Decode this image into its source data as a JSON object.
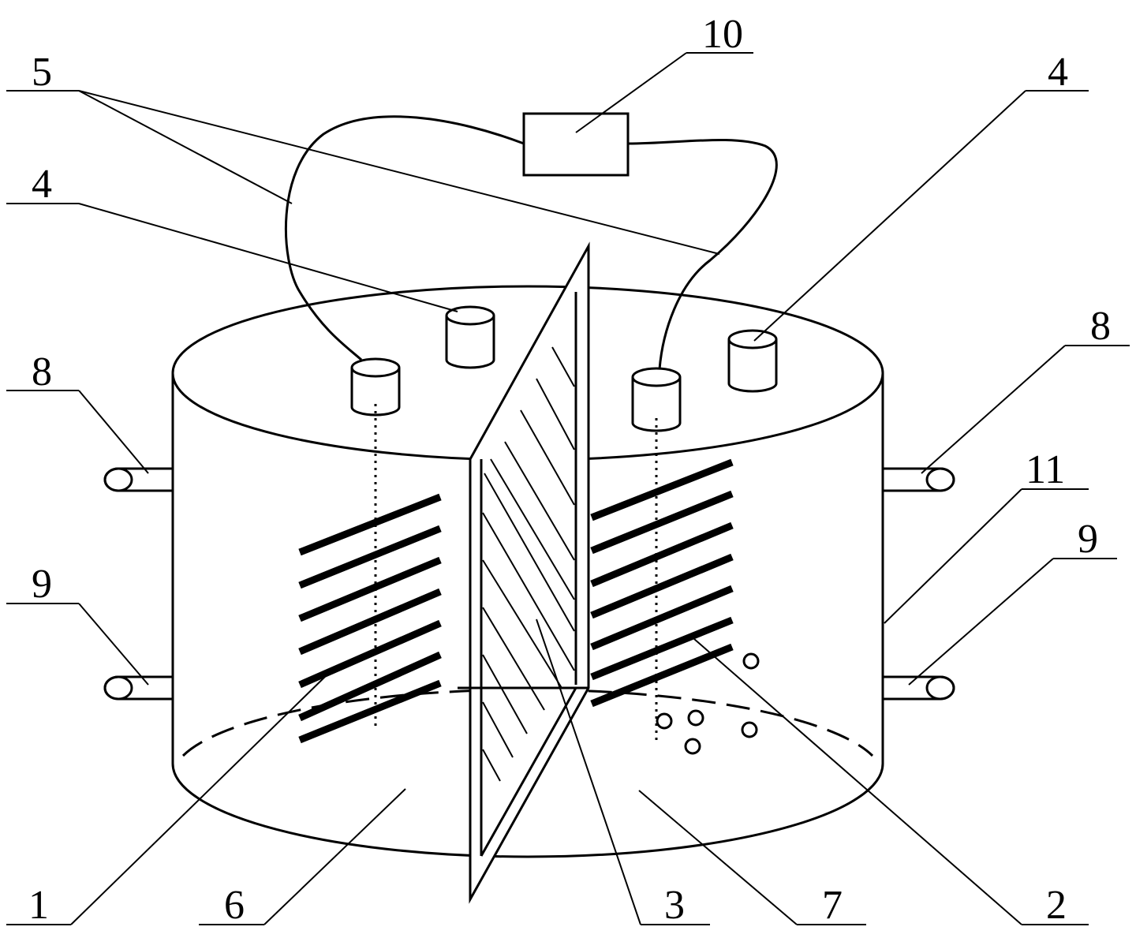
{
  "labels": {
    "l1": "1",
    "l2": "2",
    "l3": "3",
    "l4_left": "4",
    "l4_right": "4",
    "l5": "5",
    "l6": "6",
    "l7": "7",
    "l8_left": "8",
    "l8_right": "8",
    "l9_left": "9",
    "l9_right": "9",
    "l10": "10",
    "l11": "11"
  }
}
